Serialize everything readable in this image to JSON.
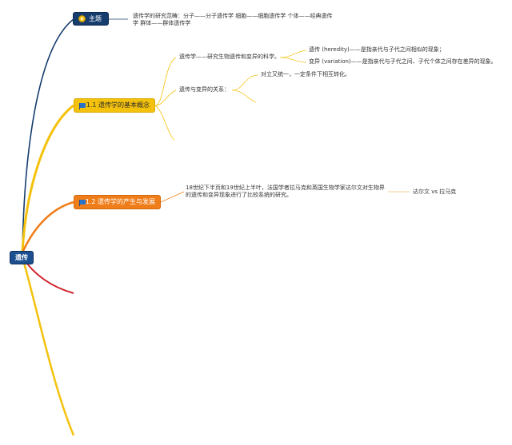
{
  "root": {
    "label": "遗传"
  },
  "branches": {
    "main": {
      "label": "主题",
      "detail": "遗传学的研究范畴：分子——分子遗传学 细胞——细胞遗传学 个体——经典遗传学 群体——群体遗传学"
    },
    "concept": {
      "label": "1.1 遗传学的基本概念",
      "definition": "遗传学——研究生物遗传和变异的科学。",
      "heredity": "遗传 (heredity)——是指亲代与子代之间相似的现象；",
      "variation": "变异 (variation)——是指亲代与子代之间、子代个体之间存在差异的现象。",
      "relation": "遗传与变异的关系：",
      "unity": "对立又统一，一定条件下相互转化。"
    },
    "history": {
      "label": "1.2 遗传学的产生与发展",
      "detail": "18世纪下半页和19世纪上半叶，法国学者拉马克和英国生物学家达尔文对生物界的遗传和变异现象进行了比较系统的研究。",
      "compare": "达尔文 vs 拉马克"
    }
  },
  "colors": {
    "main": "#163d6e",
    "concept": "#f4c20d",
    "history": "#ef7d1a",
    "red_branch": "#d0202a",
    "yellow_branch": "#f4c20d"
  }
}
